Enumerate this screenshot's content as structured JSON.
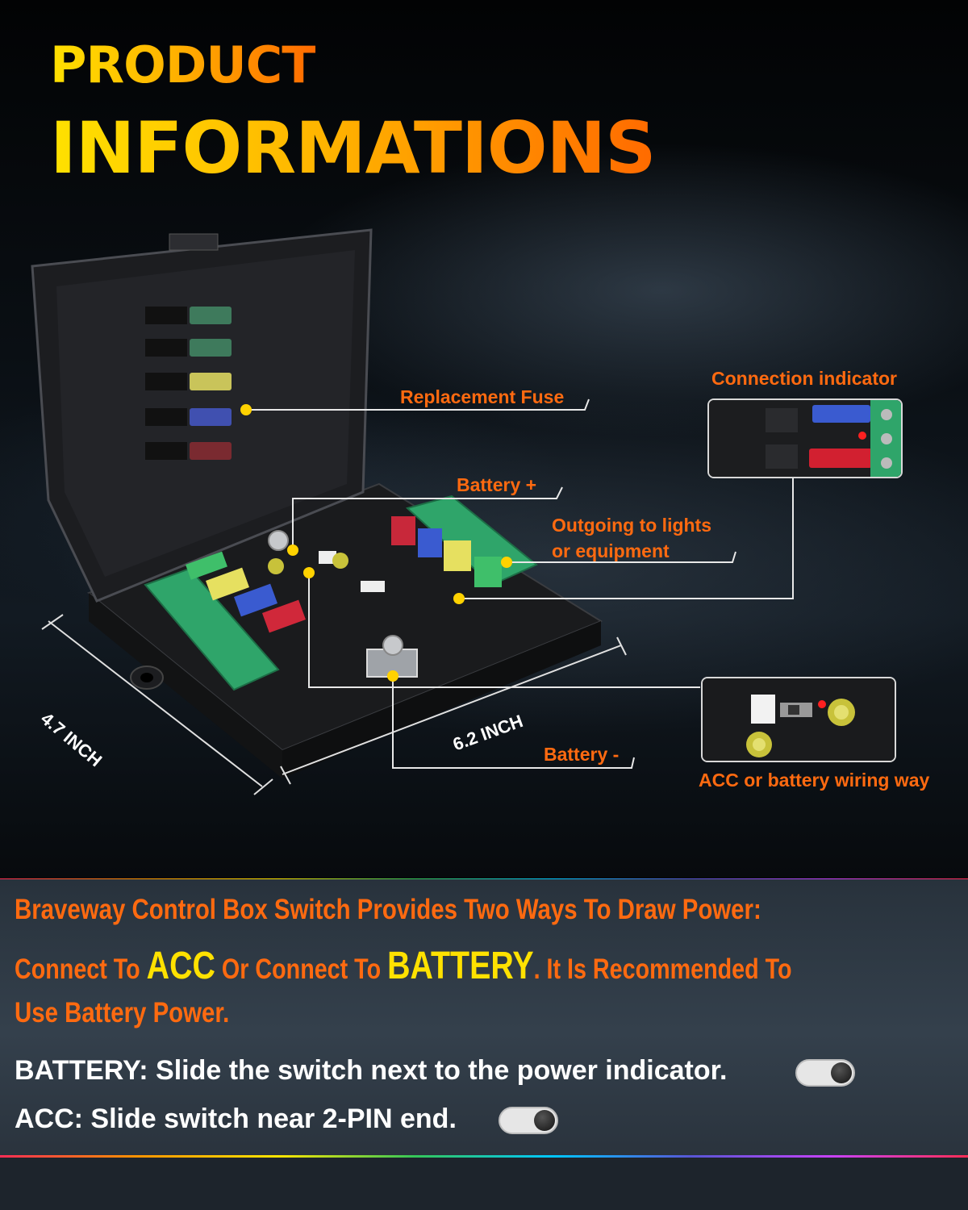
{
  "header": {
    "line1": "PRODUCT",
    "line2": "INFORMATIONS"
  },
  "callouts": {
    "replacement_fuse": "Replacement Fuse",
    "connection_indicator": "Connection indicator",
    "battery_plus": "Battery +",
    "outgoing_line1": "Outgoing to lights",
    "outgoing_line2": "or equipment",
    "battery_minus": "Battery -",
    "acc_wiring": "ACC or battery wiring way"
  },
  "dimensions": {
    "width": "4.7 INCH",
    "length": "6.2 INCH"
  },
  "info": {
    "headline1": "Braveway Control Box Switch Provides Two Ways To Draw Power:",
    "headline2_a": "Connect To ",
    "headline2_acc": "ACC",
    "headline2_b": " Or Connect To ",
    "headline2_battery": "BATTERY",
    "headline2_c": ". It Is Recommended To",
    "headline3": "Use Battery Power.",
    "battery_desc": "BATTERY: Slide the switch next to the power indicator.",
    "acc_desc": "ACC: Slide switch near 2-PIN end."
  },
  "colors": {
    "accent_orange": "#ff6a10",
    "accent_yellow": "#ffe100",
    "callout_dot": "#ffd200"
  }
}
